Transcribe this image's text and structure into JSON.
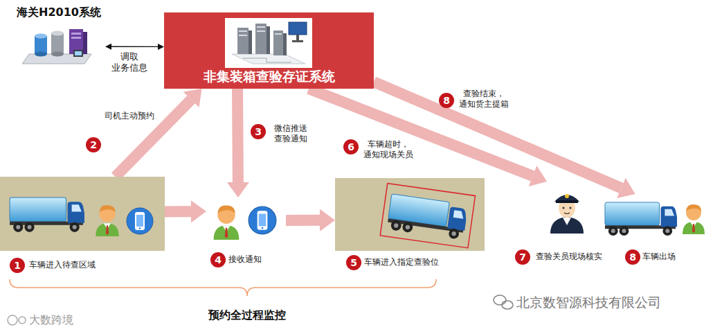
{
  "diagram": {
    "nodes": [
      {
        "text": [
          "海关H2010系统"
        ]
      },
      {
        "text": [
          "非集装箱查验存证系统"
        ]
      },
      {
        "text": [
          "车辆进入待查区域"
        ]
      },
      {
        "text": [
          "接收通知"
        ]
      },
      {
        "text": [
          "车辆进入指定查验位"
        ]
      },
      {
        "text": [
          "查验关员现场核实"
        ]
      },
      {
        "text": [
          "车辆出场"
        ]
      }
    ],
    "edges": [
      {
        "from": 0,
        "to": 1,
        "arrow": "both",
        "label": "调取 业务信息"
      },
      {
        "from": 2,
        "to": 1,
        "arrow": "to",
        "label": "司机主动预约"
      },
      {
        "from": 1,
        "to": 3,
        "arrow": "to",
        "label": "微信推送 查验通知"
      },
      {
        "from": 2,
        "to": 3,
        "arrow": "to"
      },
      {
        "from": 3,
        "to": 4,
        "arrow": "to"
      },
      {
        "from": 1,
        "to": 5,
        "arrow": "to",
        "label": "车辆超时，通知现场关员"
      },
      {
        "from": 1,
        "to": 6,
        "arrow": "to",
        "label": "查验结束，通知货主提箱"
      }
    ],
    "labels": [
      "1",
      "2",
      "3",
      "4",
      "5",
      "6",
      "7",
      "8",
      "8",
      "预约全过程监控",
      "大数跨境",
      "北京数智源科技有限公司"
    ]
  }
}
